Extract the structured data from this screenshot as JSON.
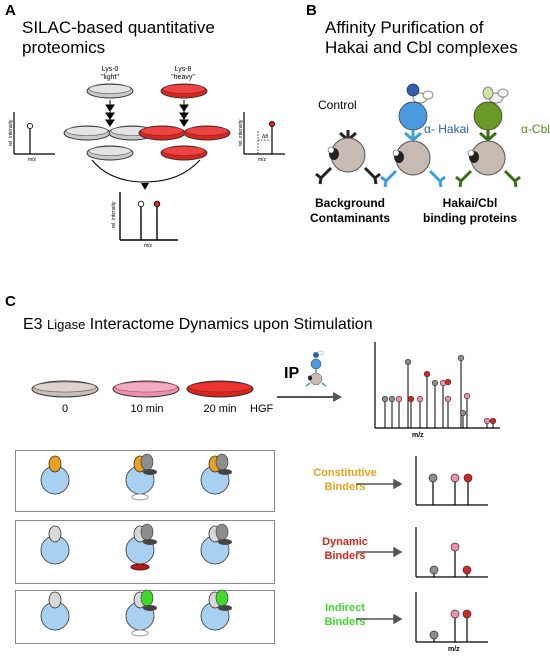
{
  "panel_a": {
    "letter": "A",
    "title_line1": "SILAC-based quantitative",
    "title_line2": "proteomics",
    "light_label": "Lys-0",
    "light_sub": "\"light\"",
    "heavy_label": "Lys-8",
    "heavy_sub": "\"heavy\"",
    "axis_y": "rel. intensity",
    "axis_x": "m/z",
    "shift_label": "Δ8"
  },
  "panel_b": {
    "letter": "B",
    "title_line1": "Affinity Purification of",
    "title_line2": "Hakai and Cbl complexes",
    "control": "Control",
    "alpha_hakai": "α- Hakai",
    "alpha_cbl": "α-Cbl",
    "bg_line1": "Background",
    "bg_line2": "Contaminants",
    "bind_line1": "Hakai/Cbl",
    "bind_line2": "binding proteins"
  },
  "panel_c": {
    "letter": "C",
    "title_part1": "E3",
    "title_part2": "Ligase",
    "title_part3": "Interactome Dynamics upon Stimulation",
    "time0": "0",
    "time10": "10 min",
    "time20": "20 min",
    "hgf": "HGF",
    "ip": "IP",
    "axis_x": "m/z",
    "constitutive_1": "Constitutive",
    "constitutive_2": "Binders",
    "dynamic_1": "Dynamic",
    "dynamic_2": "Binders",
    "indirect_1": "Indirect",
    "indirect_2": "Binders"
  },
  "colors": {
    "red": "#d7261e",
    "pink": "#ec8fb0",
    "grey": "#8d8d8d",
    "blue": "#7ab8e8",
    "green": "#5a8a1e",
    "hakai_blue": "#2d5fb0",
    "orange": "#e8a21e",
    "bright_green": "#3fd92c"
  }
}
